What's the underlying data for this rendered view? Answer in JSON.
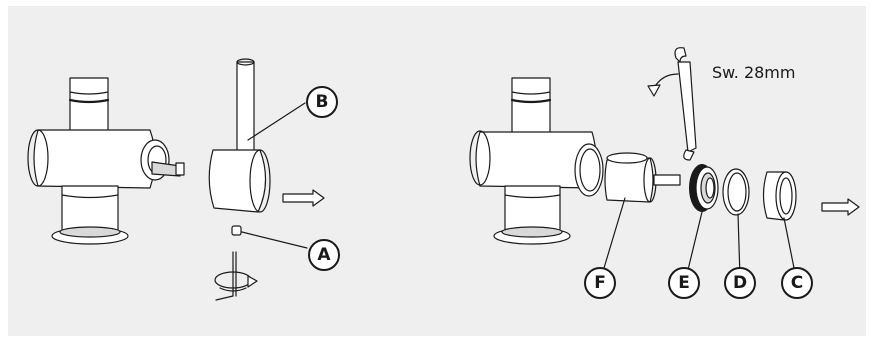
{
  "diagram": {
    "callouts": {
      "a": "A",
      "b": "B",
      "c": "C",
      "d": "D",
      "e": "E",
      "f": "F"
    },
    "wrench_size": "Sw. 28mm"
  }
}
